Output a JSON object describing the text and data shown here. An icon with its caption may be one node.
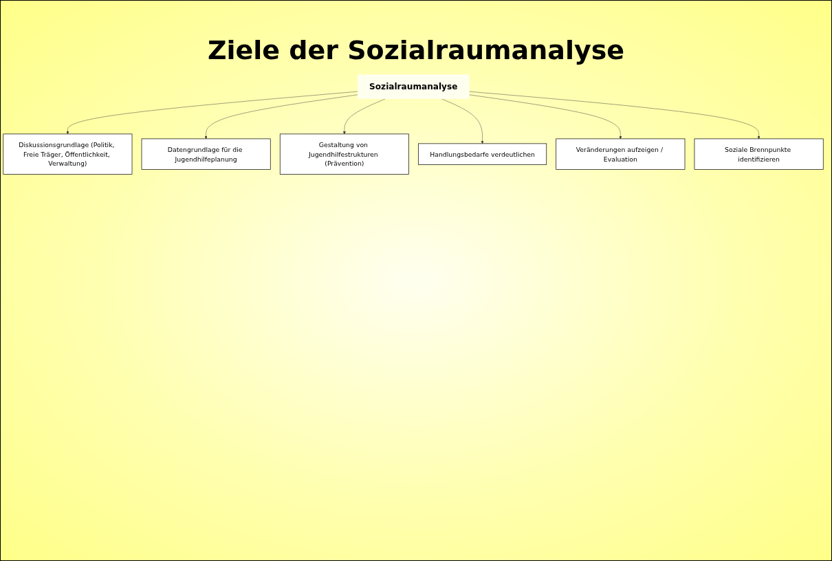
{
  "diagram": {
    "title": "Ziele der Sozialraumanalyse",
    "nodes": [
      {
        "text": [
          "Diskussionsgrundlage (Politik, Freie Träger, Öffentlichkeit, Verwaltung)"
        ]
      },
      {
        "text": [
          "Datengrundlage für die Jugendhilfeplanung"
        ]
      },
      {
        "text": [
          "Gestaltung von Jugendhilfestrukturen (Prävention)"
        ]
      },
      {
        "text": [
          "Sozialraumanalyse"
        ]
      },
      {
        "text": [
          "Handlungsbedarfe verdeutlichen"
        ]
      },
      {
        "text": [
          "Veränderungen aufzeigen / Evaluation"
        ]
      },
      {
        "text": [
          "Soziale Brennpunkte identifizieren"
        ]
      }
    ],
    "edges": [
      {
        "from": 3,
        "to": 0,
        "arrow": "to"
      },
      {
        "from": 3,
        "to": 1,
        "arrow": "to"
      },
      {
        "from": 3,
        "to": 2,
        "arrow": "to"
      },
      {
        "from": 3,
        "to": 4,
        "arrow": "to"
      },
      {
        "from": 3,
        "to": 5,
        "arrow": "to"
      },
      {
        "from": 3,
        "to": 6,
        "arrow": "to"
      }
    ]
  }
}
